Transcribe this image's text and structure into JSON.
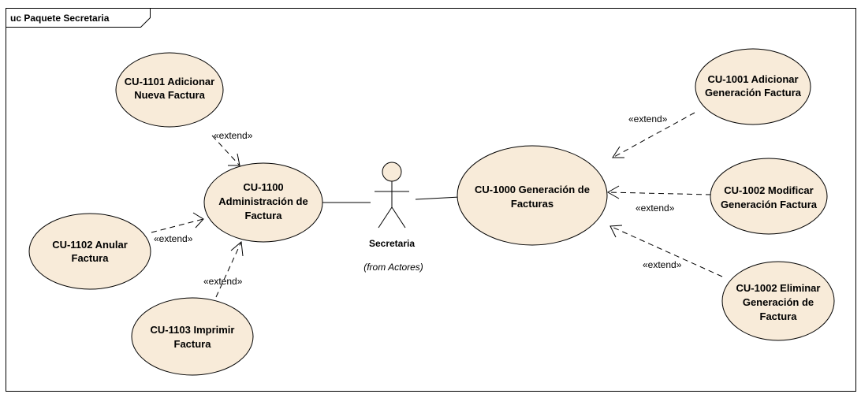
{
  "frame": {
    "title": "uc Paquete Secretaria"
  },
  "colors": {
    "use_case_fill": "#F8EBD9",
    "line": "#000000",
    "background": "#FFFFFF"
  },
  "actor": {
    "name": "Secretaria",
    "from": "(from Actores)"
  },
  "use_cases": {
    "cu1101": {
      "line1": "CU-1101 Adicionar",
      "line2": "Nueva Factura"
    },
    "cu1100": {
      "line1": "CU-1100",
      "line2": "Administración de",
      "line3": "Factura"
    },
    "cu1102": {
      "line1": "CU-1102 Anular",
      "line2": "Factura"
    },
    "cu1103": {
      "line1": "CU-1103 Imprimir",
      "line2": "Factura"
    },
    "cu1000": {
      "line1": "CU-1000  Generación de",
      "line2": "Facturas"
    },
    "cu1001": {
      "line1": "CU-1001 Adicionar",
      "line2": "Generación Factura"
    },
    "cu1002m": {
      "line1": "CU-1002 Modificar",
      "line2": "Generación Factura"
    },
    "cu1002e": {
      "line1": "CU-1002 Eliminar",
      "line2": "Generación de",
      "line3": "Factura"
    }
  },
  "relations": {
    "extend_1101": "«extend»",
    "extend_1102": "«extend»",
    "extend_1103": "«extend»",
    "extend_1001": "«extend»",
    "extend_1002m": "«extend»",
    "extend_1002e": "«extend»"
  }
}
